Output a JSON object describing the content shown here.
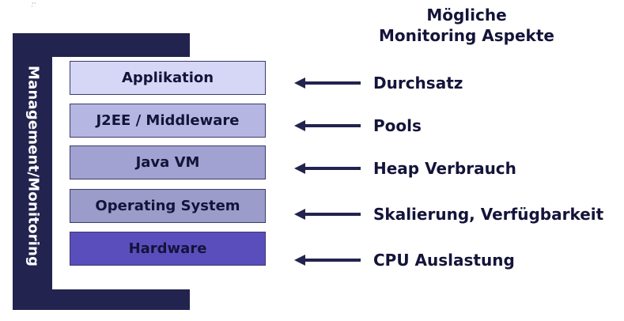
{
  "heading": {
    "line1": "Mögliche",
    "line2": "Monitoring Aspekte"
  },
  "sidebar_label": "Management/Monitoring",
  "layers": [
    {
      "label": "Applikation"
    },
    {
      "label": "J2EE / Middleware"
    },
    {
      "label": "Java VM"
    },
    {
      "label": "Operating System"
    },
    {
      "label": "Hardware"
    }
  ],
  "aspects": [
    {
      "label": "Durchsatz"
    },
    {
      "label": "Pools"
    },
    {
      "label": "Heap Verbrauch"
    },
    {
      "label": "Skalierung, Verfügbarkeit"
    },
    {
      "label": "CPU Auslastung"
    }
  ],
  "colors": {
    "frame": "#23234f",
    "text": "#14143a",
    "arrow": "#23234f"
  }
}
